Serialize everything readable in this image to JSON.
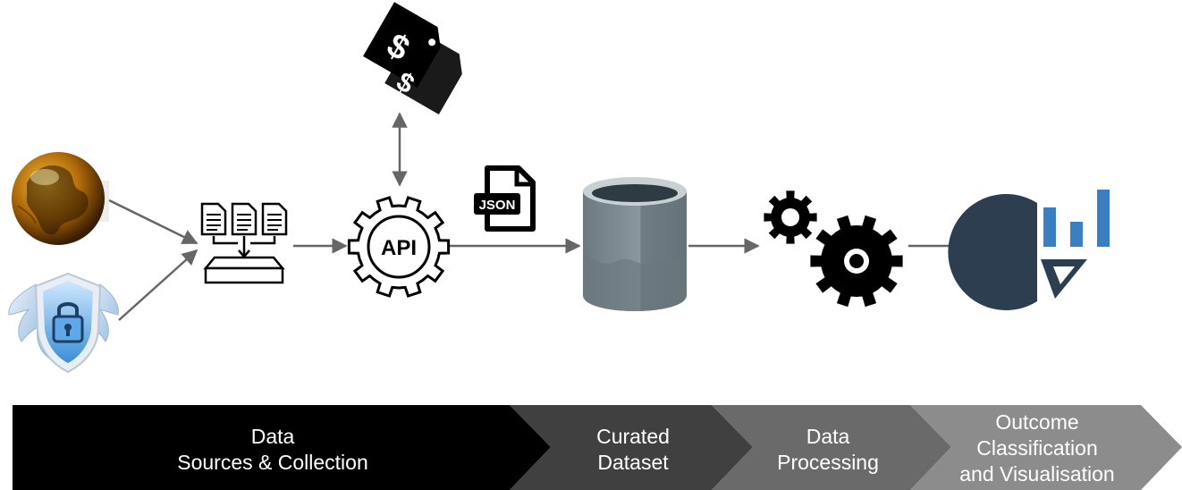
{
  "diagram": {
    "icons": {
      "api_label": "API",
      "json_label": "JSON",
      "dollar_sign": "$"
    },
    "icon_names": [
      "globe-icon",
      "security-shield-icon",
      "price-tag-icon",
      "document-collection-icon",
      "api-gear-icon",
      "json-file-icon",
      "database-icon",
      "processing-gears-icon",
      "analytics-chart-icon"
    ],
    "colors": {
      "arrow": "#666666",
      "database": "#7d8a91",
      "chart_dark": "#2d3e50",
      "chart_blue": "#3a7fc1"
    },
    "stages": [
      {
        "label": "Data\nSources & Collection",
        "fill": "#000000"
      },
      {
        "label": "Curated\nDataset",
        "fill": "#404040"
      },
      {
        "label": "Data\nProcessing",
        "fill": "#6a6a6a"
      },
      {
        "label": "Outcome\nClassification\nand Visualisation",
        "fill": "#8c8c8c"
      }
    ]
  }
}
